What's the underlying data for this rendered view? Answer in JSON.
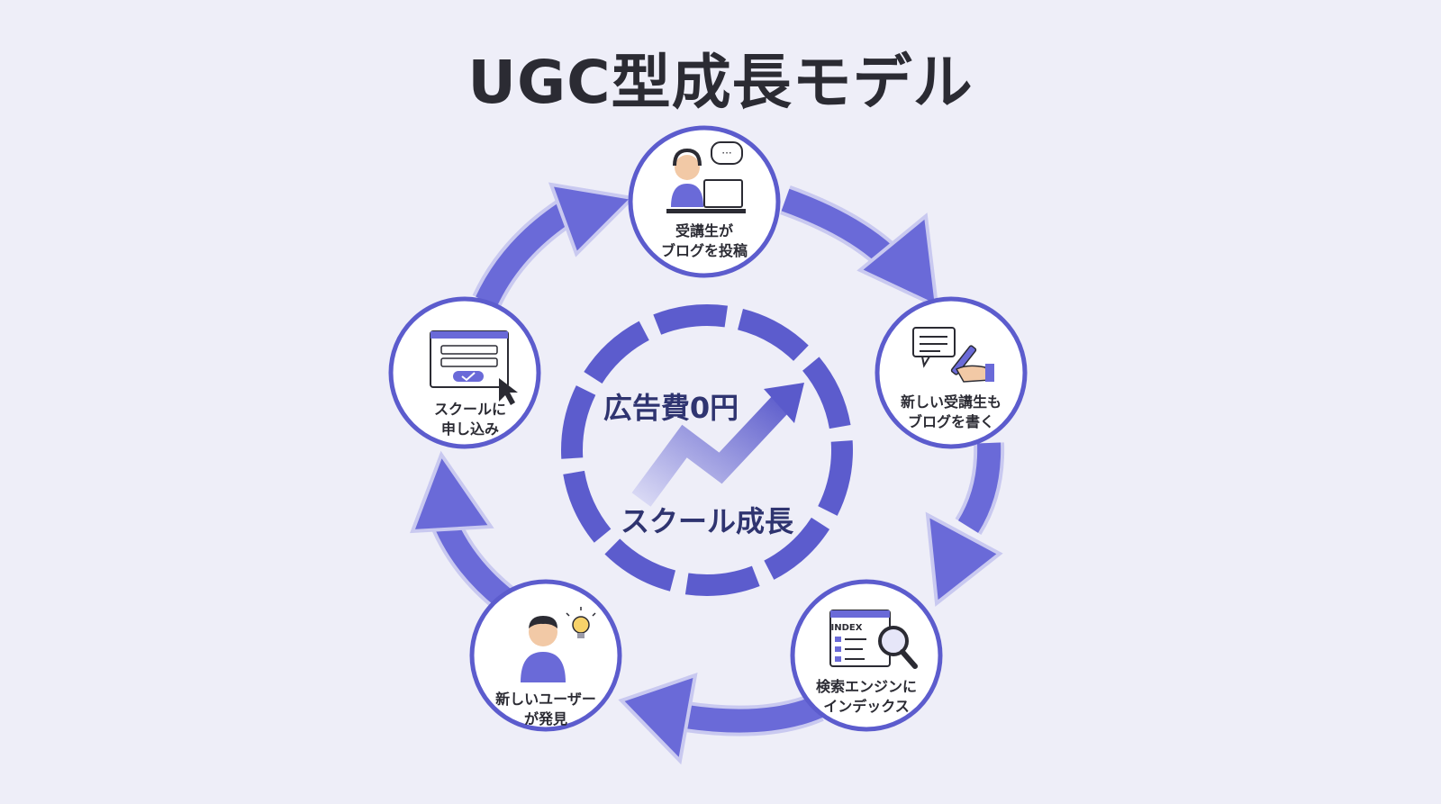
{
  "title": "UGC型成長モデル",
  "center": {
    "top_label": "広告費0円",
    "bottom_label": "スクール成長"
  },
  "nodes": [
    {
      "id": "student-post",
      "icon": "student-headset-computer-icon",
      "lines": [
        "受講生が",
        "ブログを投稿"
      ]
    },
    {
      "id": "new-students-write",
      "icon": "speech-bubble-pen-icon",
      "lines": [
        "新しい受講生も",
        "ブログを書く"
      ]
    },
    {
      "id": "search-index",
      "icon": "index-magnifier-icon",
      "lines": [
        "検索エンジンに",
        "インデックス"
      ],
      "icon_text": "INDEX"
    },
    {
      "id": "user-discovery",
      "icon": "person-lightbulb-icon",
      "lines": [
        "新しいユーザー",
        "が発見"
      ]
    },
    {
      "id": "apply-school",
      "icon": "web-form-cursor-icon",
      "lines": [
        "スクールに",
        "申し込み"
      ]
    }
  ],
  "colors": {
    "accent": "#6a6ad8",
    "accent_light": "#c9c9f0",
    "ring": "#5c5ccd",
    "background": "#eeeef8",
    "node_fill": "#ffffff",
    "text": "#2b2b33",
    "center_text": "#2f3470"
  }
}
